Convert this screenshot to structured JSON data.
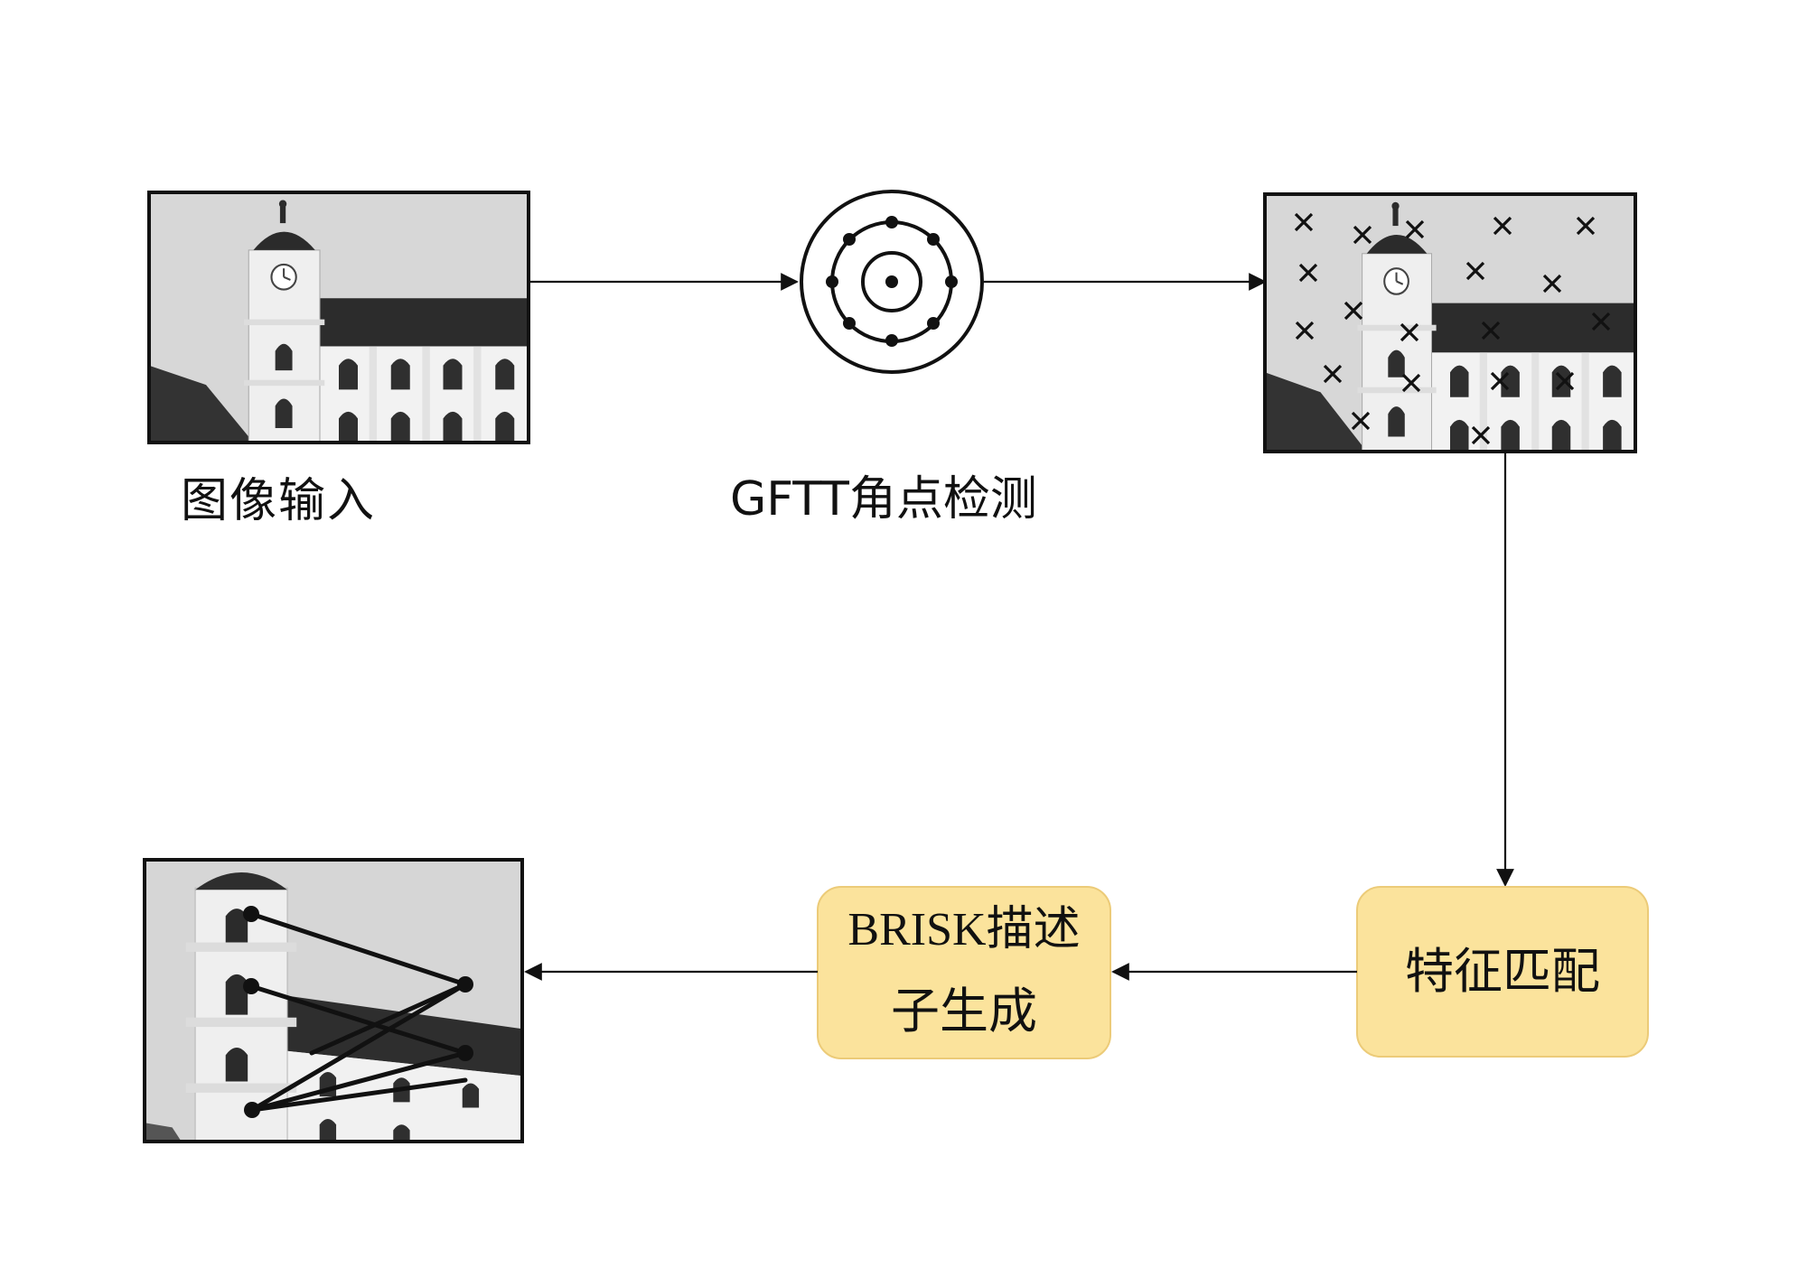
{
  "labels": {
    "image_input": "图像输入",
    "gftt": "GFTT角点检测",
    "brisk_line1": "BRISK描述",
    "brisk_line2": "子生成",
    "matching": "特征匹配"
  },
  "colors": {
    "box_fill": "#fbe39c",
    "box_stroke": "#e9c46a",
    "sky": "#d9d9d9",
    "roof": "#2e2e2e",
    "wall": "#f4f4f4",
    "ink": "#111111"
  }
}
